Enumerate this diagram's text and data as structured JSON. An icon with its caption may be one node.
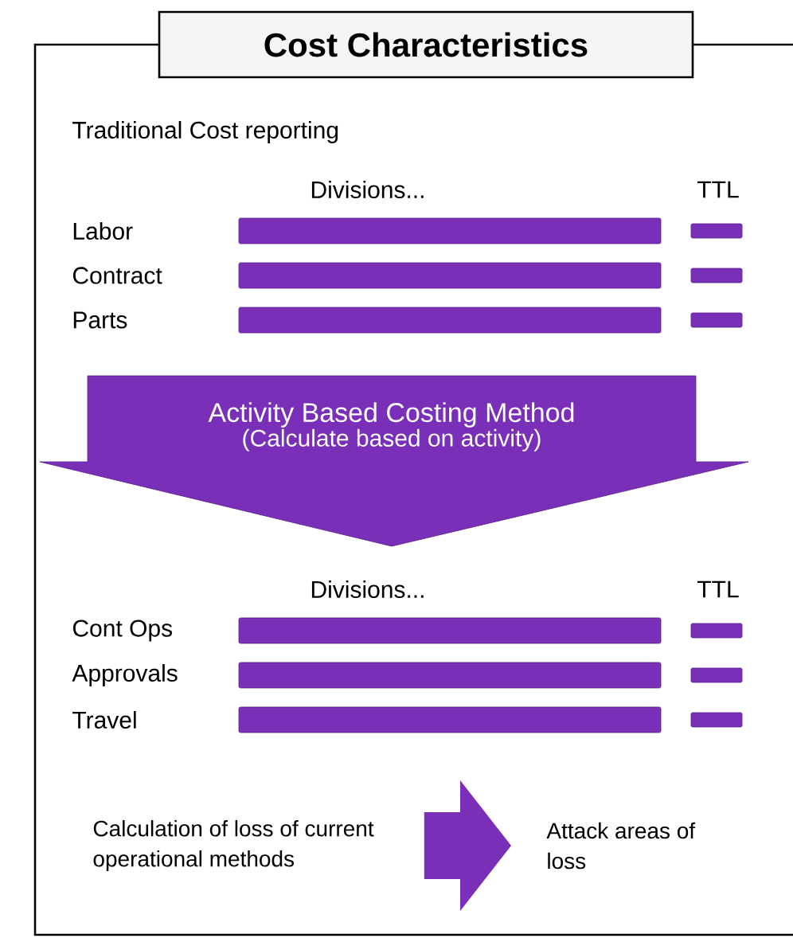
{
  "diagram": {
    "title": "Cost Characteristics",
    "nodes": [
      {
        "text": [
          "Activity Based Costing Method",
          "(Calculate based on activity)"
        ]
      },
      {
        "text": [
          "Calculation of loss of current operational methods"
        ]
      },
      {
        "text": [
          "Attack areas of loss"
        ]
      }
    ],
    "edges": [
      {
        "from": 1,
        "to": 2,
        "arrow": "to"
      }
    ],
    "labels": [
      "Traditional Cost reporting",
      "Divisions...",
      "TTL",
      "Labor",
      "Contract",
      "Parts",
      "Divisions...",
      "TTL",
      "Cont Ops",
      "Approvals",
      "Travel"
    ]
  }
}
